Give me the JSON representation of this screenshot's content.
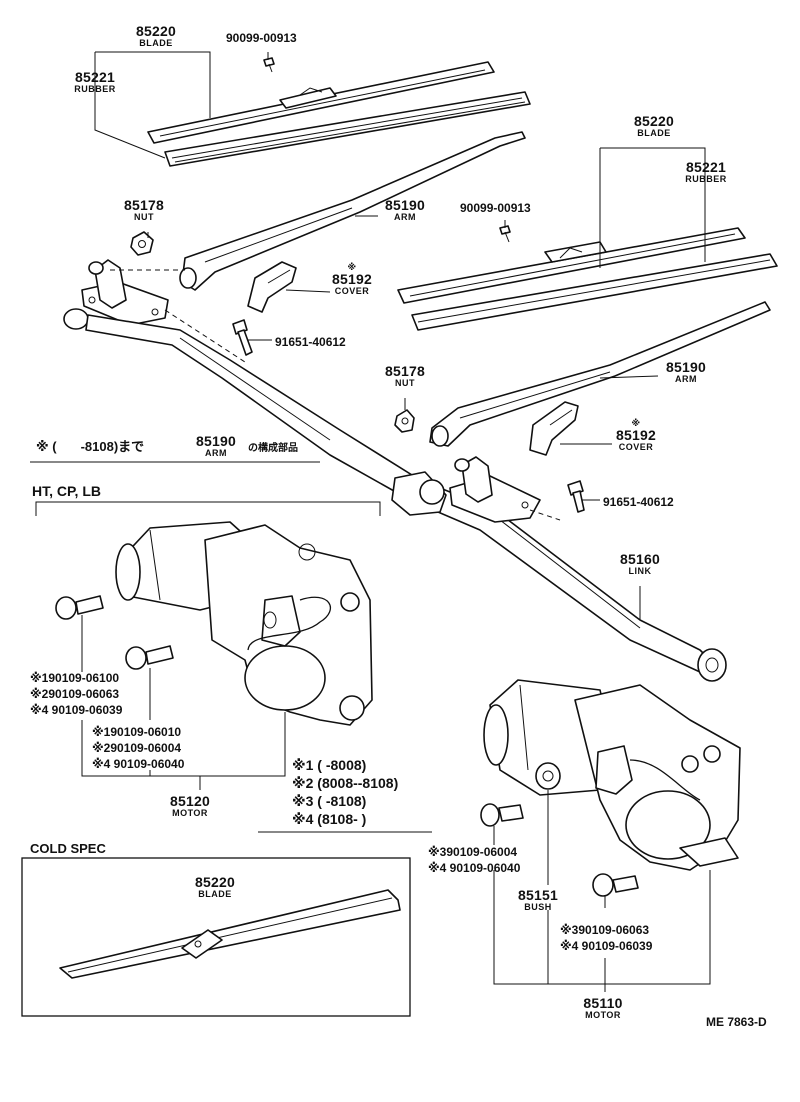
{
  "parts": {
    "blade_top": {
      "number": "85220",
      "name": "BLADE"
    },
    "rubber_top": {
      "number": "85221",
      "name": "RUBBER"
    },
    "screw_top": {
      "number": "90099-00913"
    },
    "nut_left": {
      "number": "85178",
      "name": "NUT"
    },
    "arm_left": {
      "number": "85190",
      "name": "ARM"
    },
    "cover_left": {
      "mark": "※",
      "number": "85192",
      "name": "COVER"
    },
    "bolt_left": {
      "number": "91651-40612"
    },
    "blade_right": {
      "number": "85220",
      "name": "BLADE"
    },
    "rubber_right": {
      "number": "85221",
      "name": "RUBBER"
    },
    "screw_right": {
      "number": "90099-00913"
    },
    "nut_right": {
      "number": "85178",
      "name": "NUT"
    },
    "arm_right": {
      "number": "85190",
      "name": "ARM"
    },
    "cover_right": {
      "mark": "※",
      "number": "85192",
      "name": "COVER"
    },
    "bolt_right": {
      "number": "91651-40612"
    },
    "link": {
      "number": "85160",
      "name": "LINK"
    },
    "motor_left": {
      "number": "85120",
      "name": "MOTOR"
    },
    "motor_right": {
      "number": "85110",
      "name": "MOTOR"
    },
    "bush": {
      "number": "85151",
      "name": "BUSH"
    },
    "blade_cold": {
      "number": "85220",
      "name": "BLADE"
    }
  },
  "note": {
    "prefix": "※ (",
    "range": "-8108)まで",
    "number": "85190",
    "sub": "ARM",
    "suffix": "の構成部品"
  },
  "models_label": "HT, CP, LB",
  "cold_spec_label": "COLD SPEC",
  "motor_left_screws_a": [
    "※190109-06100",
    "※290109-06063",
    "※4 90109-06039"
  ],
  "motor_left_screws_b": [
    "※190109-06010",
    "※290109-06004",
    "※4 90109-06040"
  ],
  "motor_right_screws_a": [
    "※390109-06004",
    "※4 90109-06040"
  ],
  "motor_right_screws_b": [
    "※390109-06063",
    "※4 90109-06039"
  ],
  "legend": [
    {
      "mark": "※1",
      "range": "(        -8008)"
    },
    {
      "mark": "※2",
      "range": "(8008--8108)"
    },
    {
      "mark": "※3",
      "range": "(        -8108)"
    },
    {
      "mark": "※4",
      "range": "(8108-       )"
    }
  ],
  "code": "ME 7863-D"
}
